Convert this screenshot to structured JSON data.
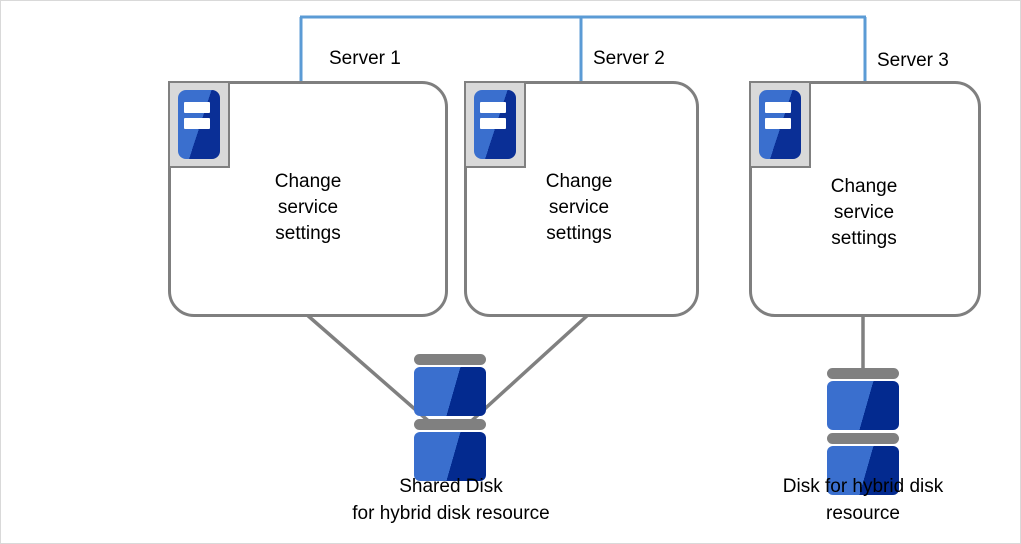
{
  "diagram": {
    "title": "Hybrid disk resource configuration",
    "colors": {
      "network_line": "#5b9bd5",
      "connector_line": "#808080",
      "box_border": "#7f7f7f",
      "icon_plate": "#d9d9d9",
      "icon_blue_light": "#3a6fce",
      "icon_blue_dark": "#0a2f96",
      "page_border": "#d9d9d9",
      "background": "#ffffff",
      "text": "#000000"
    },
    "network": {
      "name": "interconnect-bus",
      "orientation": "horizontal",
      "drop_count": 3
    },
    "servers": [
      {
        "id": "server-1",
        "label": "Server 1",
        "icon": "server-icon",
        "body_text": "Change\nservice\nsettings"
      },
      {
        "id": "server-2",
        "label": "Server 2",
        "icon": "server-icon",
        "body_text": "Change\nservice\nsettings"
      },
      {
        "id": "server-3",
        "label": "Server 3",
        "icon": "server-icon",
        "body_text": "Change\nservice\nsettings"
      }
    ],
    "disks": [
      {
        "id": "shared-disk",
        "icon": "disk-icon",
        "caption": "Shared Disk\nfor hybrid disk resource",
        "connected_servers": [
          "Server 1",
          "Server 2"
        ]
      },
      {
        "id": "local-disk",
        "icon": "disk-icon",
        "caption": "Disk for hybrid disk\nresource",
        "connected_servers": [
          "Server 3"
        ]
      }
    ]
  }
}
